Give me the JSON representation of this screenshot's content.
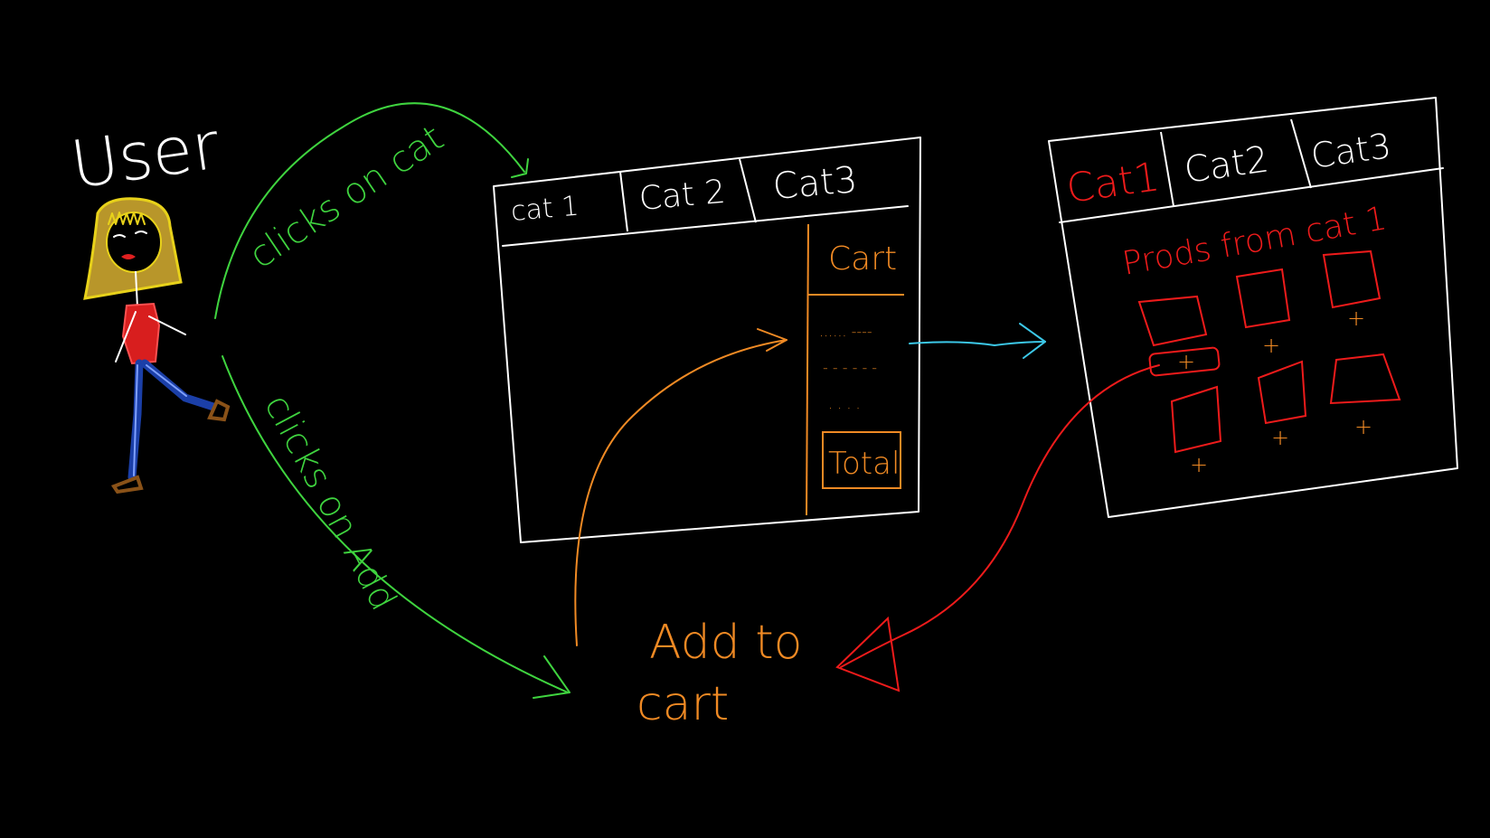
{
  "colors": {
    "background": "#000000",
    "white": "#ffffff",
    "green": "#3fd43f",
    "orange": "#f08a24",
    "red": "#ee1b1b",
    "cyan": "#3cc8e8",
    "yellow": "#e8d21a",
    "hair_fill": "#b8962a",
    "shirt": "#d81e1e",
    "pants": "#1b3fa8",
    "shoe": "#8a5218"
  },
  "user": {
    "label": "User"
  },
  "flow": {
    "clicks_on_cat": "clicks on cat",
    "clicks_on_add": "clicks on Add",
    "add_to_cart_line1": "Add to",
    "add_to_cart_line2": "cart"
  },
  "window1": {
    "tabs": [
      "cat 1",
      "Cat 2",
      "Cat3"
    ],
    "cart_title": "Cart",
    "cart_lines": [
      "......  ----",
      "- - - - - -",
      ". . . ."
    ],
    "total_label": "Total"
  },
  "window2": {
    "tabs": [
      "Cat1",
      "Cat2",
      "Cat3"
    ],
    "heading": "Prods from cat 1",
    "plus": "+",
    "product_count": 6
  }
}
